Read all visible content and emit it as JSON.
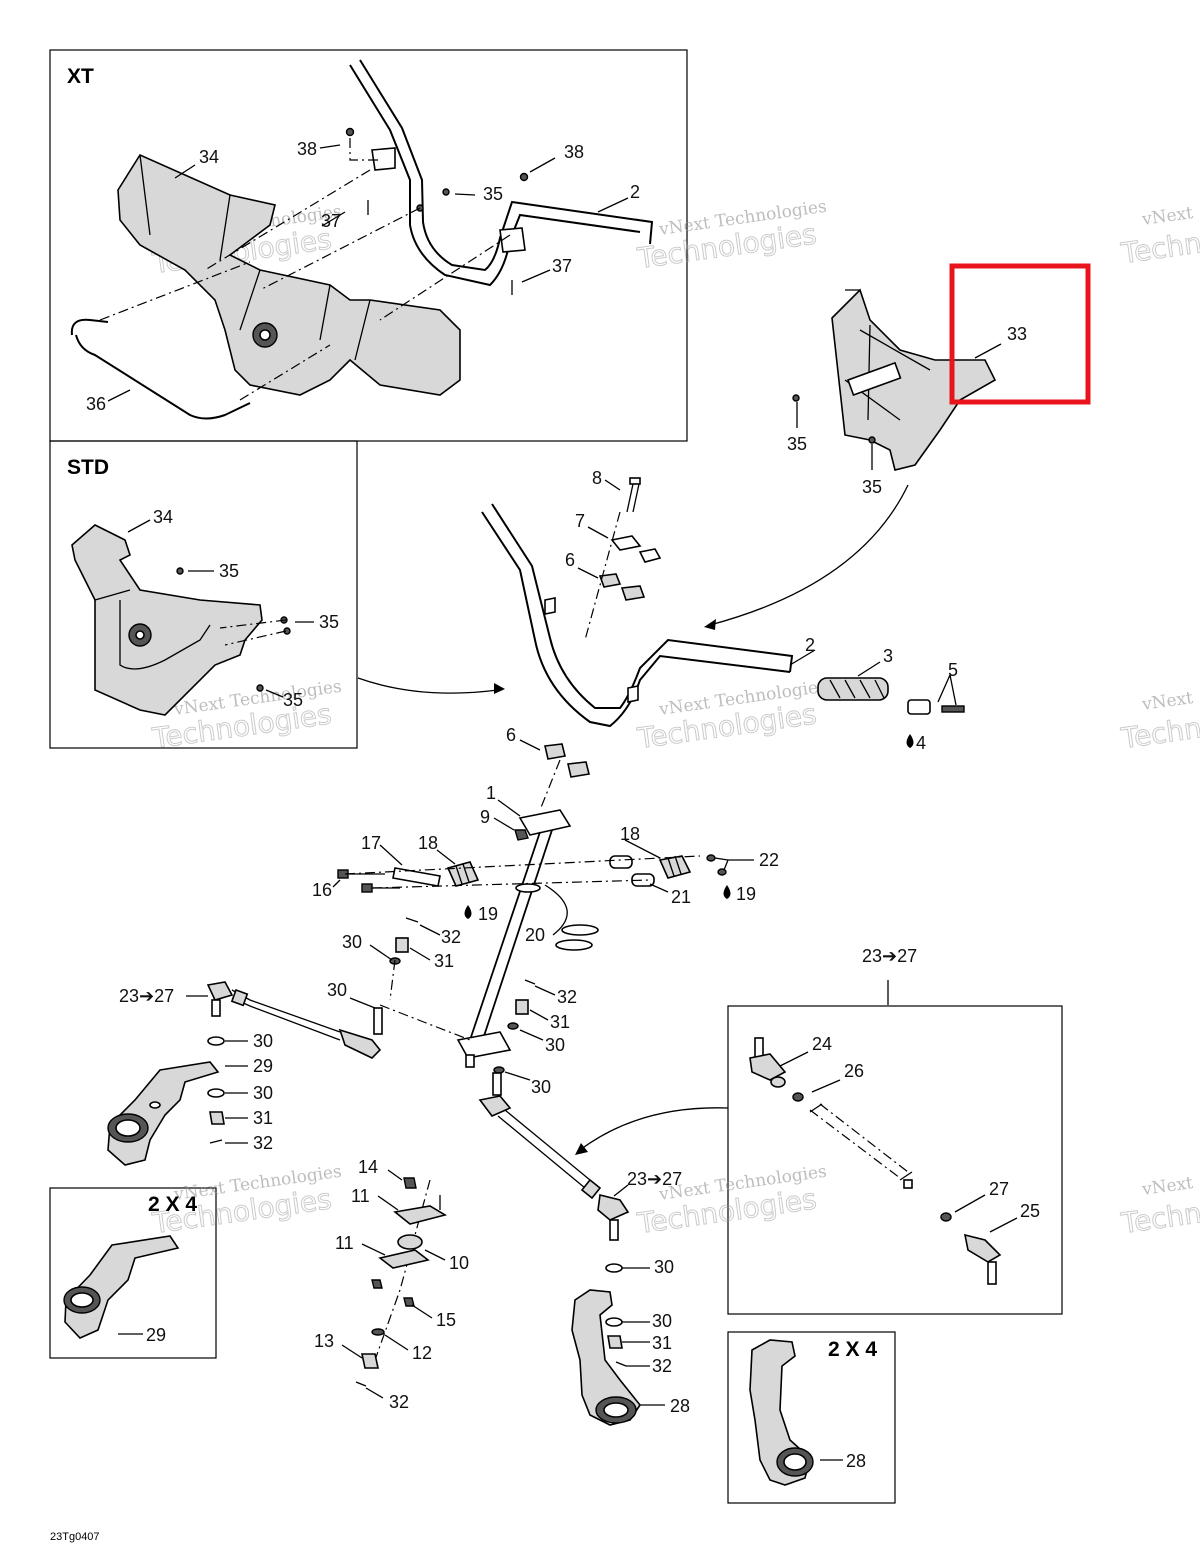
{
  "boxes": {
    "xt": "XT",
    "std": "STD",
    "two_by_four_left": "2 X 4",
    "two_by_four_right": "2 X 4",
    "tie_rod_header": "23➔27"
  },
  "callouts": {
    "xt_34": "34",
    "xt_38a": "38",
    "xt_38b": "38",
    "xt_35": "35",
    "xt_2": "2",
    "xt_37a": "37",
    "xt_37b": "37",
    "xt_36": "36",
    "c33": "33",
    "c35a": "35",
    "c35b": "35",
    "std_34": "34",
    "std_35a": "35",
    "std_35b": "35",
    "std_35c": "35",
    "c8": "8",
    "c7": "7",
    "c6a": "6",
    "c6b": "6",
    "c2": "2",
    "c3": "3",
    "c5": "5",
    "c4": "4",
    "c1": "1",
    "c9": "9",
    "c17": "17",
    "c18a": "18",
    "c18b": "18",
    "c22": "22",
    "c16": "16",
    "c21": "21",
    "c19a": "19",
    "c19b": "19",
    "c20": "20",
    "c30a": "30",
    "c32a": "32",
    "c31a": "31",
    "c30b": "30",
    "c32b": "32",
    "c31b": "31",
    "c30c": "30",
    "c30d": "30",
    "c23_27a": "23➔27",
    "l30a": "30",
    "l29": "29",
    "l30b": "30",
    "l31": "31",
    "l32": "32",
    "c14": "14",
    "c11a": "11",
    "c11b": "11",
    "c10": "10",
    "c15": "15",
    "c13": "13",
    "c12": "12",
    "c32c": "32",
    "c29b": "29",
    "c23_27b": "23➔27",
    "r30a": "30",
    "r30b": "30",
    "r31": "31",
    "r32": "32",
    "r28": "28",
    "t24": "24",
    "t26": "26",
    "t27": "27",
    "t25": "25",
    "c28b": "28"
  },
  "watermark": {
    "line1": "vNext Technologies",
    "line2": "Technologies",
    "line3": "vNext"
  },
  "drawing_code": "23Tg0407",
  "highlight": {
    "color": "#e8141b",
    "part": "33"
  }
}
